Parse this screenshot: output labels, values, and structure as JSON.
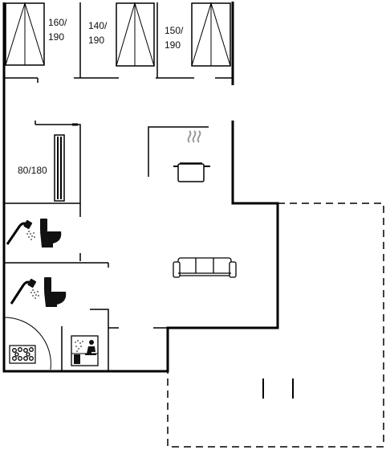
{
  "colors": {
    "wall": "#000000",
    "background": "#ffffff",
    "steam": "#9a9a9a",
    "icon_fill": "#111111"
  },
  "rooms": {
    "bedroom_1": {
      "bed_top": "160/",
      "bed_bottom": "190"
    },
    "bedroom_2": {
      "bed_top": "140/",
      "bed_bottom": "190"
    },
    "bedroom_3": {
      "bed_top": "150/",
      "bed_bottom": "190"
    },
    "bedroom_4": {
      "bed": "80/180"
    }
  },
  "icons": {
    "bed_1": "single-bed-icon",
    "bed_2": "single-bed-icon",
    "bed_3": "single-bed-icon",
    "bunk": "bunk-bed-icon",
    "shower_1": "shower-icon",
    "toilet_1": "toilet-icon",
    "shower_2": "shower-icon",
    "toilet_2": "toilet-icon",
    "kitchen": "cooking-pot-icon",
    "sofa": "sofa-icon",
    "spa": "whirlpool-icon",
    "sauna": "sauna-icon"
  }
}
